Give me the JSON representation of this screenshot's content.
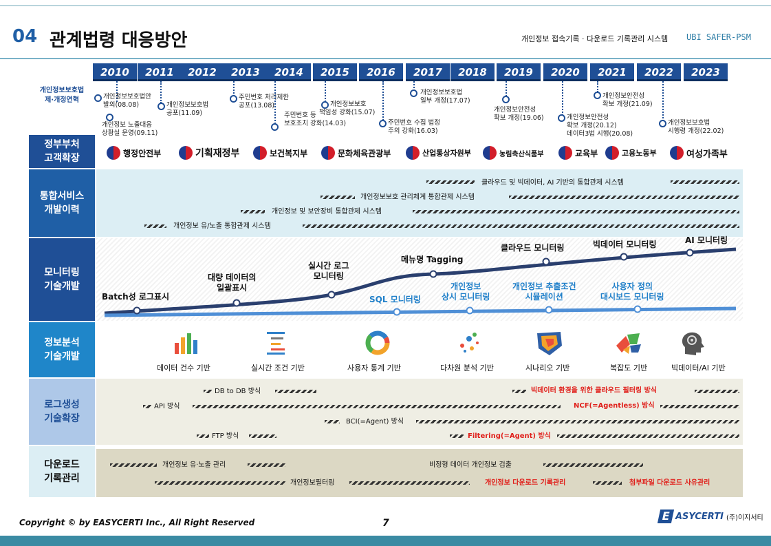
{
  "header": {
    "number": "04",
    "title": "관계법령 대응방안",
    "subtitle": "개인정보 접속기록 · 다운로드 기록관리 시스템",
    "product": "UBI SAFER-PSM"
  },
  "years": [
    "2010",
    "2011",
    "2012",
    "2013",
    "2014",
    "2015",
    "2016",
    "2017",
    "2018",
    "2019",
    "2020",
    "2021",
    "2022",
    "2023"
  ],
  "legal": {
    "label_line1": "개인정보보호법",
    "label_line2": "제·개정연혁",
    "events": [
      {
        "l1": "개인정보보호법안",
        "l2": "발의(08.08)"
      },
      {
        "l1": "개인정보 노출대응",
        "l2": "상황실 운영(09.11)"
      },
      {
        "l1": "개인정보보호법",
        "l2": "공포(11.09)"
      },
      {
        "l1": "주민번호 처리제한",
        "l2": "공포(13.08)"
      },
      {
        "l1": "주민번호 등",
        "l2": "보호조치 강화(14.03)"
      },
      {
        "l1": "개인정보보호",
        "l2": "책임성 강화(15.07)"
      },
      {
        "l1": "주민번호 수집 법정",
        "l2": "주의 강화(16.03)"
      },
      {
        "l1": "개인정보보호법",
        "l2": "일부 개정(17.07)"
      },
      {
        "l1": "개인정보안전성",
        "l2": "확보 개정(19.06)"
      },
      {
        "l1": "개인정보안전성",
        "l2": "확보 개정(20.12)",
        "l3": "데이터3법 시행(20.08)"
      },
      {
        "l1": "개인정보안전성",
        "l2": "확보 개정(21.09)"
      },
      {
        "l1": "개인정보보호법",
        "l2": "시행령 개정(22.02)"
      }
    ]
  },
  "rows": {
    "gov": {
      "l1": "정부부처",
      "l2": "고객확장"
    },
    "integ": {
      "l1": "통합서비스",
      "l2": "개발이력"
    },
    "monitor": {
      "l1": "모니터링",
      "l2": "기술개발"
    },
    "analysis": {
      "l1": "정보분석",
      "l2": "기술개발"
    },
    "log": {
      "l1": "로그생성",
      "l2": "기술확장"
    },
    "download": {
      "l1": "다운로드",
      "l2": "기록관리"
    }
  },
  "agencies": [
    "행정안전부",
    "기획재정부",
    "보건복지부",
    "문화체육관광부",
    "산업통상자원부",
    "농림축산식품부",
    "교육부",
    "고용노동부",
    "여성가족부"
  ],
  "integration": [
    "클라우드 및 빅데이터, AI 기반의 통합관제 시스템",
    "개인정보보호 관리체계 통합관제 시스템",
    "개인정보 및 보안장비 통합관제 시스템",
    "개인정보 유/노출 통합관제 시스템"
  ],
  "monitoring": {
    "upper": [
      {
        "l1": "Batch성 로그표시"
      },
      {
        "l1": "대량 데이터의",
        "l2": "일괄표시"
      },
      {
        "l1": "실시간 로그",
        "l2": "모니터링"
      },
      {
        "l1": "메뉴명 Tagging"
      },
      {
        "l1": "클라우드 모니터링"
      },
      {
        "l1": "빅데이터 모니터링"
      },
      {
        "l1": "AI 모니터링"
      }
    ],
    "lower": [
      {
        "l1": "SQL 모니터링"
      },
      {
        "l1": "개인정보",
        "l2": "상시 모니터링"
      },
      {
        "l1": "개인정보 추출조건",
        "l2": "시뮬레이션"
      },
      {
        "l1": "사용자 정의",
        "l2": "대시보드 모니터링"
      }
    ]
  },
  "analysis": [
    {
      "label": "데이터 건수 기반",
      "icon": "bar-chart-icon"
    },
    {
      "label": "실시간 조건 기반",
      "icon": "list-icon"
    },
    {
      "label": "사용자 통계 기반",
      "icon": "donut-chart-icon"
    },
    {
      "label": "다차원 분석 기반",
      "icon": "scatter-icon"
    },
    {
      "label": "시나리오 기반",
      "icon": "polygon-icon"
    },
    {
      "label": "복잡도 기반",
      "icon": "shapes-icon"
    },
    {
      "label": "빅데이터/AI 기반",
      "icon": "ai-head-icon"
    }
  ],
  "logs": {
    "dbtodb": "DB to DB 방식",
    "bigdata_cloud": "빅데이터 환경을 위한 클라우드 필터링 방식",
    "api": "API 방식",
    "ncf": "NCF(=Agentless) 방식",
    "bci": "BCI(=Agent) 방식",
    "ftp": "FTP 방식",
    "filtering": "Filtering(=Agent) 방식"
  },
  "download": {
    "leak": "개인정보 유·노출 관리",
    "unstructured": "비정형 데이터 개인정보 검출",
    "filter": "개인정보필터링",
    "download_log": "개인정보 다운로드 기록관리",
    "attachment": "첨부파일 다운로드 사유관리"
  },
  "footer": {
    "copyright": "Copyright © by EASYCERTI Inc., All Right Reserved",
    "page": "7",
    "logo_mark": "E",
    "logo_text": "ASYCERTI",
    "logo_kr": "(주)이지서티"
  },
  "colors": {
    "navy": "#1f4f96",
    "accent_blue": "#1f7fc9",
    "red": "#e0201b"
  }
}
